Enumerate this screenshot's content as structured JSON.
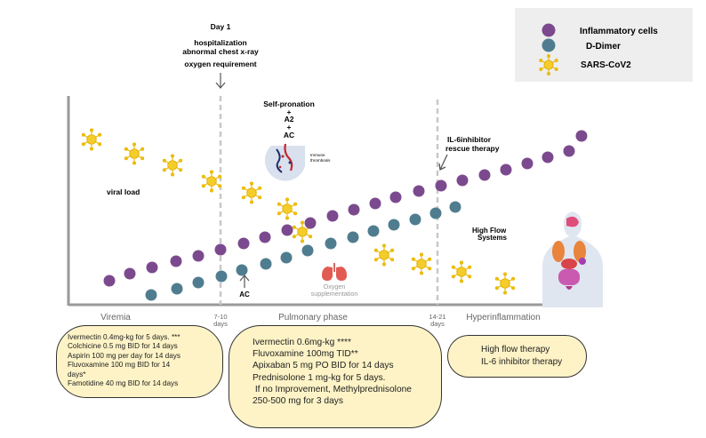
{
  "legend": {
    "items": [
      {
        "label": "Inflammatory cells",
        "color": "#7b4a8e",
        "icon": "purple-circle-icon"
      },
      {
        "label": "D-Dimer",
        "color": "#4f7d8f",
        "icon": "teal-circle-icon"
      },
      {
        "label": "SARS-CoV2",
        "color": "#f0c419",
        "icon": "virus-icon"
      }
    ]
  },
  "annotations": {
    "day1_title": "Day 1",
    "day1_line1": "hospitalization",
    "day1_line2": "abnormal chest x-ray",
    "day1_line3": "oxygen requirement",
    "selfpron_1": "Self-pronation",
    "selfpron_2": "+",
    "selfpron_3": "A2",
    "selfpron_4": "+",
    "selfpron_5": "AC",
    "immune_1": "Immune",
    "immune_2": "thrombosis",
    "il6_1": "IL-6inhibitor",
    "il6_2": "rescue therapy",
    "viral_load": "viral load",
    "high_flow_1": "High Flow",
    "high_flow_2": "Systems",
    "ac": "AC",
    "oxygen_1": "Oxygen",
    "oxygen_2": "supplementation"
  },
  "phases": {
    "viremia": "Viremia",
    "t1_a": "7-10",
    "t1_b": "days",
    "pulmonary": "Pulmonary phase",
    "t2_a": "14-21",
    "t2_b": "days",
    "hyper": "Hyperinflammation"
  },
  "treatments": {
    "viremia": [
      "Ivermectin 0.4mg-kg for 5 days. ***",
      "Colchicine 0.5 mg BID for 14 days",
      "Aspirin 100 mg per day for 14 days",
      "Fluvoxamine  100  mg BID for 14",
      "days*",
      "Famotidine 40 mg BID for 14 days"
    ],
    "pulmonary": [
      "Ivermectin 0.6mg-kg ****",
      "Fluvoxamine 100mg TID**",
      "Apixaban 5 mg PO BID for 14 days",
      "Prednisolone 1 mg-kg for 5 days.",
      " If no Improvement, Methylprednisolone",
      "250-500 mg for 3 days"
    ],
    "hyper": [
      "High flow therapy",
      "IL-6 inhibitor  therapy"
    ]
  },
  "series": {
    "inflammatory": [
      [
        123,
        316
      ],
      [
        146,
        308
      ],
      [
        171,
        301
      ],
      [
        198,
        294
      ],
      [
        223,
        288
      ],
      [
        248,
        281
      ],
      [
        274,
        274
      ],
      [
        298,
        267
      ],
      [
        323,
        259
      ],
      [
        349,
        251
      ],
      [
        374,
        243
      ],
      [
        398,
        236
      ],
      [
        422,
        229
      ],
      [
        445,
        222
      ],
      [
        471,
        215
      ],
      [
        496,
        209
      ],
      [
        520,
        203
      ],
      [
        545,
        197
      ],
      [
        569,
        191
      ],
      [
        593,
        184
      ],
      [
        616,
        177
      ],
      [
        640,
        170
      ],
      [
        654,
        153
      ]
    ],
    "ddimer": [
      [
        170,
        332
      ],
      [
        199,
        325
      ],
      [
        223,
        318
      ],
      [
        249,
        311
      ],
      [
        272,
        304
      ],
      [
        299,
        297
      ],
      [
        322,
        290
      ],
      [
        346,
        282
      ],
      [
        372,
        274
      ],
      [
        397,
        267
      ],
      [
        420,
        260
      ],
      [
        443,
        253
      ],
      [
        467,
        247
      ],
      [
        490,
        240
      ],
      [
        512,
        233
      ]
    ],
    "virus_small": [
      [
        103,
        157
      ],
      [
        151,
        173
      ],
      [
        194,
        186
      ],
      [
        238,
        204
      ],
      [
        283,
        217
      ],
      [
        323,
        235
      ],
      [
        340,
        261
      ],
      [
        432,
        287
      ],
      [
        474,
        297
      ],
      [
        519,
        306
      ],
      [
        568,
        319
      ]
    ]
  }
}
